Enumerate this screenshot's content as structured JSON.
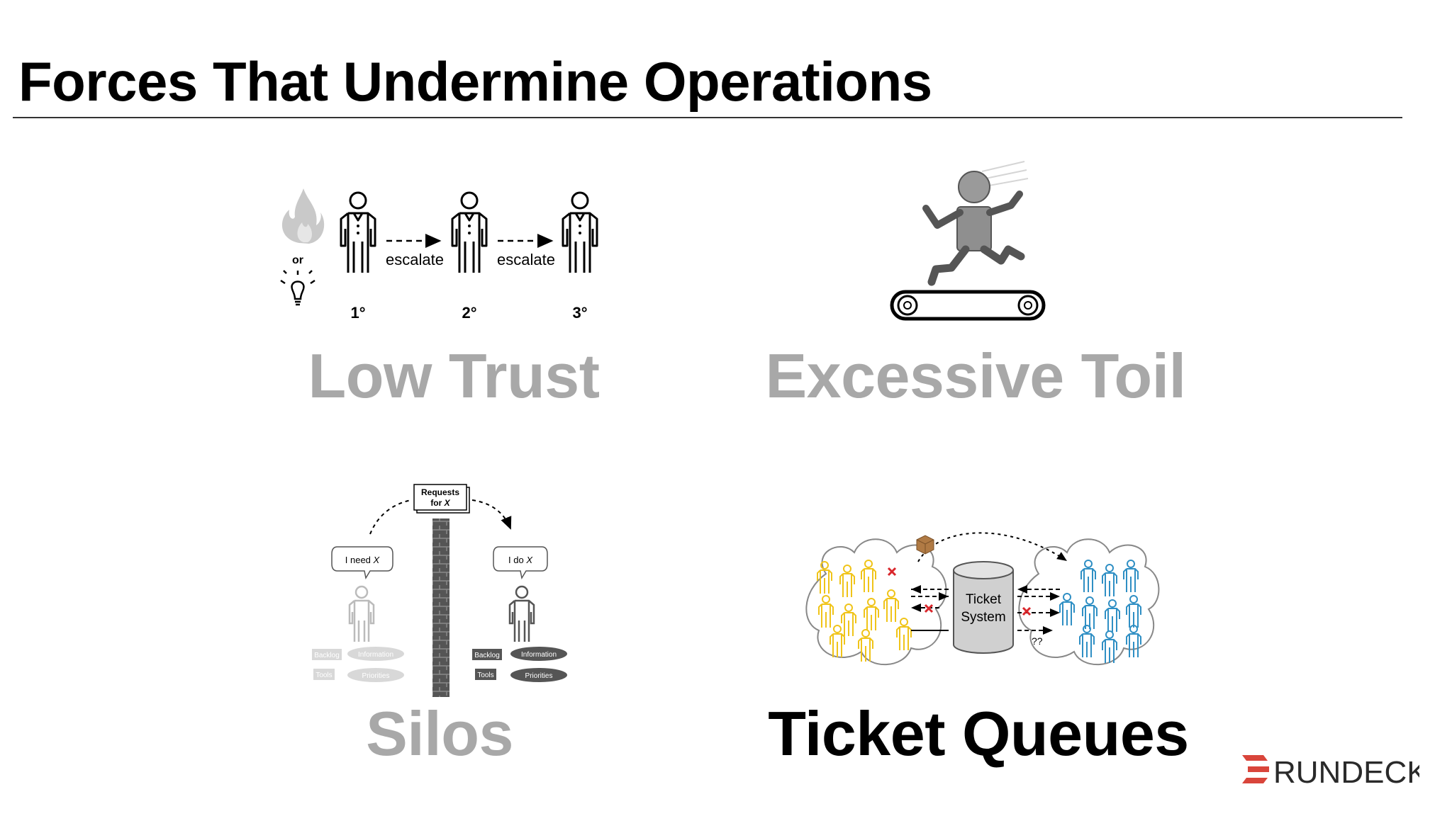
{
  "slide": {
    "title": "Forces That Undermine Operations"
  },
  "quadrants": [
    {
      "label": "Low Trust",
      "state": "muted"
    },
    {
      "label": "Excessive Toil",
      "state": "muted"
    },
    {
      "label": "Silos",
      "state": "muted"
    },
    {
      "label": "Ticket Queues",
      "state": "active"
    }
  ],
  "low_trust_diagram": {
    "or_text": "or",
    "escalate_1": "escalate",
    "escalate_2": "escalate",
    "level_1": "1°",
    "level_2": "2°",
    "level_3": "3°",
    "icons": [
      "fire-icon",
      "lightbulb-icon",
      "person-icon"
    ]
  },
  "toil_diagram": {
    "icons": [
      "running-figure-icon",
      "treadmill-icon"
    ]
  },
  "silos_diagram": {
    "requests_line1": "Requests",
    "requests_line2": "for",
    "requests_var": "X",
    "need_text": "I need",
    "do_text": "I do",
    "var": "X",
    "backlog": "Backlog",
    "tools": "Tools",
    "information": "Information",
    "priorities": "Priorities"
  },
  "ticket_diagram": {
    "system_line1": "Ticket",
    "system_line2": "System",
    "unknown": "??",
    "colors": {
      "left_team": "#f0c419",
      "right_team": "#2f8fc4",
      "reject": "#d9262b"
    }
  },
  "brand": {
    "logo_text": "RUNDECK",
    "logo_color": "#d9453b"
  }
}
